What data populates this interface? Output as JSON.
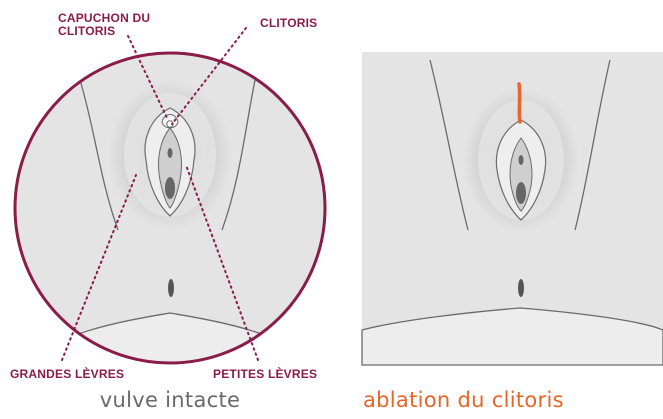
{
  "colors": {
    "accent": "#8a1c4a",
    "orange": "#e8652a",
    "skin": "#e4e4e4",
    "skin_light": "#ededed",
    "line": "#6b6b6b",
    "caption_left": "#6a6a6a"
  },
  "labels": {
    "capuchon_line1": "CAPUCHON DU",
    "capuchon_line2": "CLITORIS",
    "clitoris": "CLITORIS",
    "grandes_levres": "GRANDES LÈVRES",
    "petites_levres": "PETITES LÈVRES"
  },
  "captions": {
    "left": "vulve intacte",
    "right": "ablation du clitoris"
  }
}
